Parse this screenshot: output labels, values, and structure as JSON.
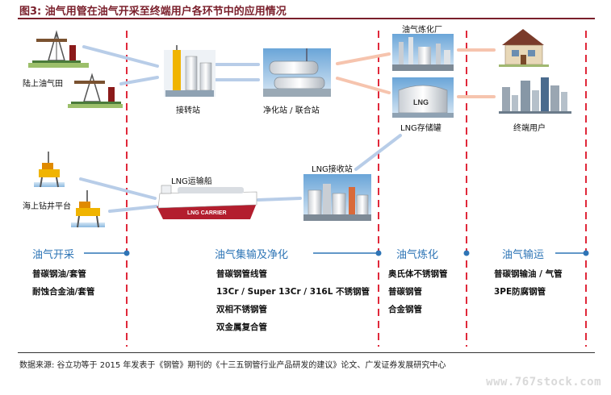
{
  "title": "图3: 油气用管在油气开采至终端用户各环节中的应用情况",
  "nodes": {
    "land_field": "陆上油气田",
    "transfer_station": "接转站",
    "purification_station": "净化站 / 联合站",
    "refinery": "油气炼化厂",
    "lng_tank": "LNG存储罐",
    "end_user": "终端用户",
    "offshore_platform": "海上钻井平台",
    "lng_carrier": "LNG运输船",
    "lng_terminal": "LNG接收站",
    "ship_hull_text": "LNG CARRIER",
    "tank_text": "LNG"
  },
  "stages": [
    {
      "label": "油气开采",
      "items": [
        "普碳钢油/套管",
        "耐蚀合金油/套管"
      ]
    },
    {
      "label": "油气集输及净化",
      "items": [
        "普碳钢管线管",
        "13Cr / Super 13Cr / 316L 不锈钢管",
        "双相不锈钢管",
        "双金属复合管"
      ]
    },
    {
      "label": "油气炼化",
      "items": [
        "奥氏体不锈钢管",
        "普碳钢管",
        "合金钢管"
      ]
    },
    {
      "label": "油气输运",
      "items": [
        "普碳钢输油 / 气管",
        "3PE防腐钢管"
      ]
    }
  ],
  "footer": "数据来源: 谷立功等于 2015 年发表于《钢管》期刊的《十三五钢管行业产品研发的建议》论文、广发证券发展研究中心",
  "watermark": "www.767stock.com",
  "colors": {
    "title": "#7a1f2b",
    "stage": "#2e75b6",
    "divider": "#e0283a",
    "arrow_blue": "#b8cde8",
    "arrow_orange": "#f6c4ae"
  }
}
